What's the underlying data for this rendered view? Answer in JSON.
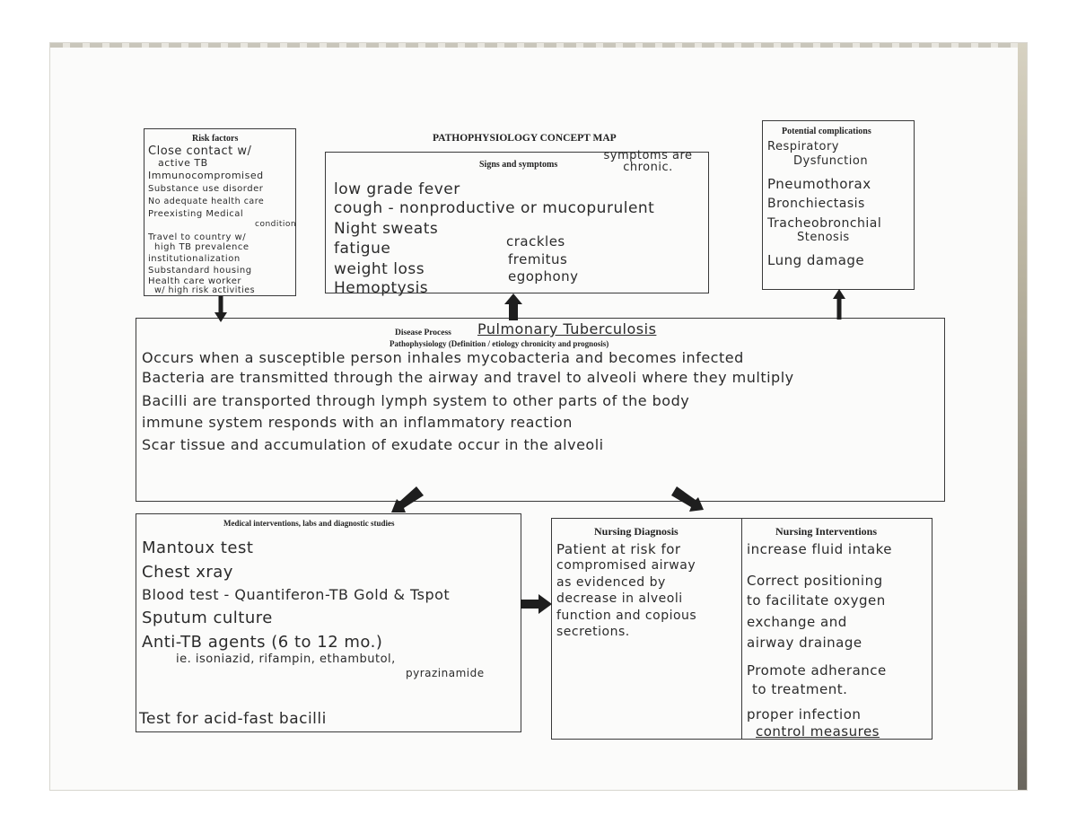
{
  "title": "PATHOPHYSIOLOGY CONCEPT MAP",
  "risk_factors": {
    "header": "Risk factors",
    "items": [
      "Close contact w/",
      "active TB",
      "Immunocompromised",
      "Substance use disorder",
      "No adequate health care",
      "Preexisting Medical",
      "condition",
      "Travel to country w/",
      "high TB prevalence",
      "institutionalization",
      "Substandard housing",
      "Health care worker",
      "w/ high risk activities"
    ]
  },
  "signs": {
    "header": "Signs and symptoms",
    "note": "symptoms are chronic.",
    "left": [
      "low grade fever",
      "cough - nonproductive or mucopurulent",
      "Night sweats",
      "fatigue",
      "weight loss",
      "Hemoptysis"
    ],
    "right": [
      "crackles",
      "fremitus",
      "egophony"
    ]
  },
  "complications": {
    "header": "Potential complications",
    "items": [
      "Respiratory",
      "Dysfunction",
      "Pneumothorax",
      "Bronchiectasis",
      "Tracheobronchial",
      "Stenosis",
      "Lung damage"
    ]
  },
  "disease": {
    "label": "Disease Process",
    "name": "Pulmonary Tuberculosis",
    "sub": "Pathophysiology (Definition / etiology chronicity and prognosis)",
    "lines": [
      "Occurs when a susceptible person inhales mycobacteria and becomes infected",
      "Bacteria are transmitted through the airway and travel to alveoli where they multiply",
      "Bacilli are transported through lymph system to other parts of the body",
      "immune system responds with an inflammatory reaction",
      "Scar tissue and accumulation of exudate occur in the alveoli"
    ]
  },
  "medical": {
    "header": "Medical interventions, labs and diagnostic studies",
    "items": [
      "Mantoux test",
      "Chest xray",
      "Blood test - Quantiferon-TB Gold & Tspot",
      "Sputum culture",
      "Anti-TB agents (6 to 12 mo.)"
    ],
    "agents": "ie. isoniazid, rifampin, ethambutol,",
    "agents2": "pyrazinamide",
    "last": "Test for acid-fast bacilli"
  },
  "diagnosis": {
    "header": "Nursing Diagnosis",
    "lines": [
      "Patient at risk for",
      "compromised airway",
      "as evidenced by",
      "decrease in alveoli",
      "function and copious",
      "secretions."
    ]
  },
  "interventions": {
    "header": "Nursing Interventions",
    "lines": [
      "increase fluid intake",
      "Correct positioning",
      "to facilitate oxygen",
      "exchange and",
      "airway drainage",
      "Promote adherance",
      "to treatment.",
      "proper infection",
      "control measures"
    ]
  }
}
